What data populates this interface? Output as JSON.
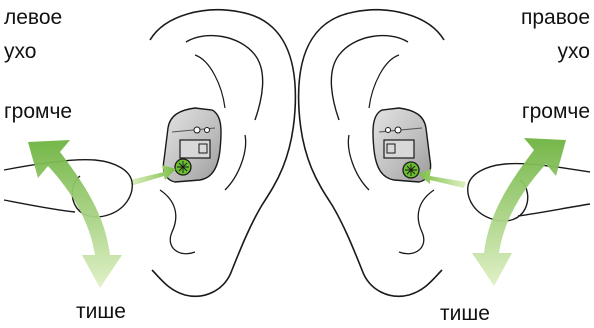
{
  "left_ear": {
    "title_line1": "левое",
    "title_line2": "ухо",
    "louder": "громче",
    "quieter": "тише"
  },
  "right_ear": {
    "title_line1": "правое",
    "title_line2": "ухо",
    "louder": "громче",
    "quieter": "тише"
  },
  "colors": {
    "arrow_green": "#8cc63f",
    "dial_green": "#6abf2e",
    "outline": "#1a1a1a",
    "device_silver": "#c8c8c8"
  },
  "icons": [
    "ear-outline",
    "hearing-aid-device",
    "volume-dial",
    "finger",
    "curved-double-arrow",
    "pointer-arrow"
  ]
}
